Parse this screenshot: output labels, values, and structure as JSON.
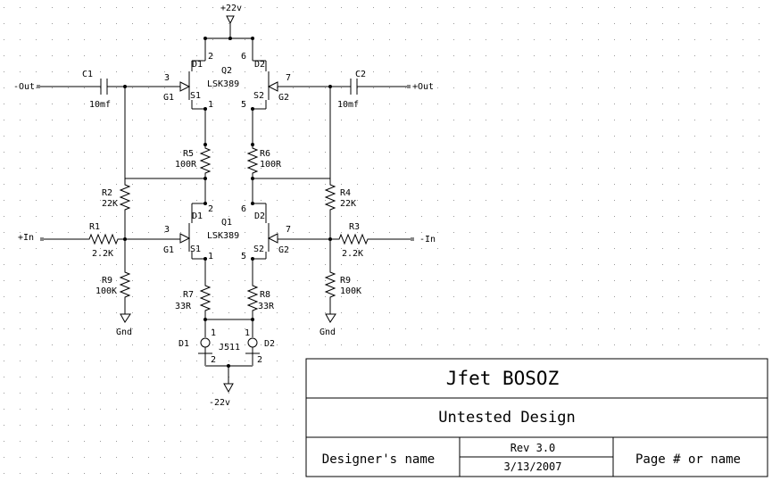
{
  "supply": {
    "positive": "+22v",
    "negative": "-22v"
  },
  "ports": {
    "out_left": "-Out",
    "out_right": "+Out",
    "in_left": "+In",
    "in_right": "-In"
  },
  "capacitors": [
    {
      "ref": "C1",
      "value": "10mf"
    },
    {
      "ref": "C2",
      "value": "10mf"
    }
  ],
  "transistors": [
    {
      "ref": "Q2",
      "part": "LSK389"
    },
    {
      "ref": "Q1",
      "part": "LSK389"
    },
    {
      "ref": "J511",
      "part": "J511"
    }
  ],
  "jfet_pins": {
    "d1": "D1",
    "d2": "D2",
    "g1": "G1",
    "g2": "G2",
    "s1": "S1",
    "s2": "S2"
  },
  "diodes": {
    "left": "D1",
    "right": "D2"
  },
  "resistors": [
    {
      "ref": "R5",
      "value": "100R"
    },
    {
      "ref": "R6",
      "value": "100R"
    },
    {
      "ref": "R2",
      "value": "22K"
    },
    {
      "ref": "R4",
      "value": "22K"
    },
    {
      "ref": "R1",
      "value": "2.2K"
    },
    {
      "ref": "R3",
      "value": "2.2K"
    },
    {
      "ref": "R9",
      "value": "100K"
    },
    {
      "ref": "R9",
      "value": "100K"
    },
    {
      "ref": "R7",
      "value": "33R"
    },
    {
      "ref": "R8",
      "value": "33R"
    }
  ],
  "pin_numbers": {
    "p1": "1",
    "p2": "2",
    "p3": "3",
    "p5": "5",
    "p6": "6",
    "p7": "7"
  },
  "ground_label": "Gnd",
  "title_block": {
    "title": "Jfet BOSOZ",
    "subtitle": "Untested Design",
    "designer": "Designer's name",
    "revision": "Rev 3.0",
    "date": "3/13/2007",
    "page": "Page # or name"
  }
}
